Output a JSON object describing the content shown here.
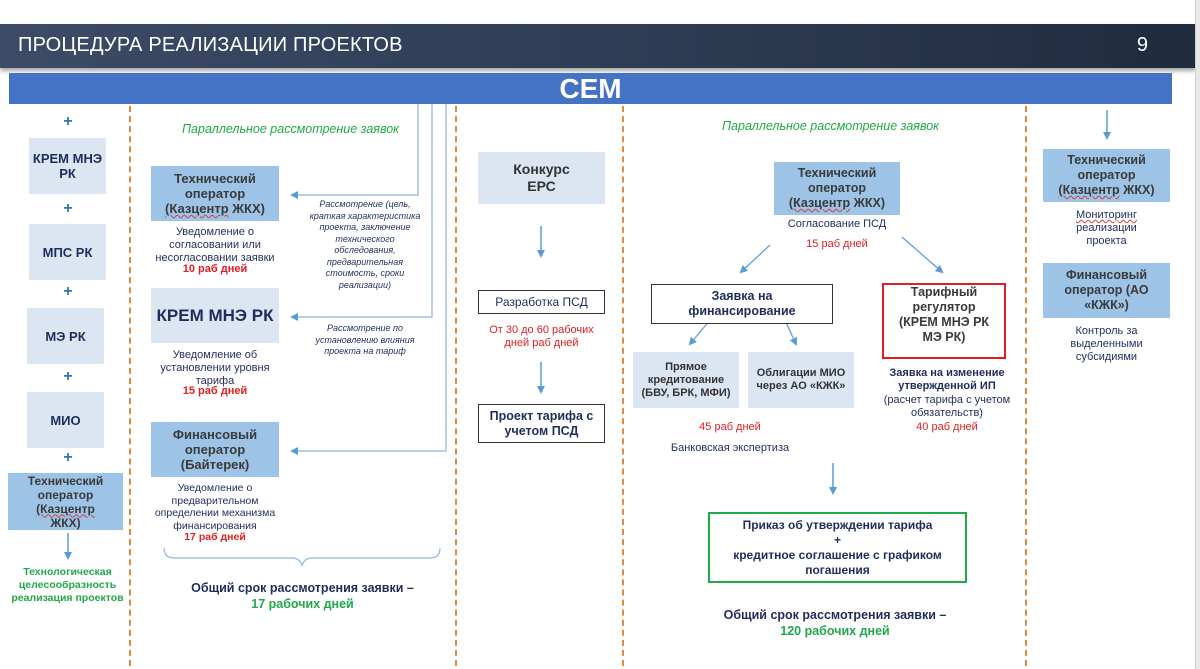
{
  "header": {
    "title": "ПРОЦЕДУРА РЕАЛИЗАЦИИ ПРОЕКТОВ",
    "page_number": "9"
  },
  "sem": {
    "label": "СЕМ"
  },
  "left_column": {
    "plus": "+",
    "items": [
      "КРЕМ МНЭ РК",
      "МПС РК",
      "МЭ РК",
      "МИО"
    ],
    "tech_operator": {
      "line1": "Технический",
      "line2": "оператор",
      "line3": "(Казцентр",
      "line4": "ЖКХ)"
    },
    "result": "Технологическая целесообразность реализация проектов"
  },
  "stage1": {
    "parallel_label": "Параллельное рассмотрение заявок",
    "tech_operator": {
      "line1": "Технический",
      "line2": "оператор",
      "company": "(Казцентр",
      "suffix": "ЖКХ)"
    },
    "tech_note": "Уведомление о согласовании или несогласовании заявки",
    "tech_days": "10 раб дней",
    "tech_arrow_note": "Рассмотрение (цель, краткая характеристика проекта, заключение технического обследования, предварительная стоимость, сроки реализации)",
    "krem": "КРЕМ МНЭ РК",
    "krem_note": "Уведомление об установлении уровня тарифа",
    "krem_days": "15 раб дней",
    "krem_arrow_note": "Рассмотрение по установлению влияния проекта на тариф",
    "fin_operator": "Финансовый оператор (Байтерек)",
    "fin_note": "Уведомление о предварительном определении механизма финансирования",
    "fin_days": "17 раб дней",
    "total_label": "Общий срок рассмотрения заявки –",
    "total_days": "17 рабочих дней"
  },
  "stage2": {
    "contest": "Конкурс ЕРС",
    "psd": "Разработка ПСД",
    "psd_days": "От 30 до 60 рабочих дней раб дней",
    "tariff_project": "Проект тарифа с учетом ПСД"
  },
  "stage3": {
    "parallel_label": "Параллельное рассмотрение заявок",
    "tech_operator": {
      "line1": "Технический",
      "line2": "оператор",
      "company": "(Казцентр",
      "suffix": "ЖКХ)"
    },
    "tech_note": "Согласование ПСД",
    "tech_days": "15 раб дней",
    "financing_request": "Заявка на финансирование",
    "direct_credit": "Прямое кредитование (БВУ, БРК, МФИ)",
    "bonds": "Облигации МИО через АО «КЖК»",
    "bank_days": "45 раб дней",
    "bank_note": "Банковская экспертиза",
    "tariff_regulator": "Тарифный регулятор (КРЕМ МНЭ РК МЭ РК)",
    "regulator_note_bold": "Заявка на изменение утвержденной ИП",
    "regulator_note": "(расчет тарифа с учетом обязательств)",
    "regulator_days": "40 раб дней",
    "final_line1": "Приказ об утверждении тарифа",
    "final_plus": "+",
    "final_line2": "кредитное соглашение с графиком погашения",
    "total_label": "Общий срок рассмотрения заявки –",
    "total_days": "120 рабочих дней"
  },
  "stage4": {
    "tech_operator": {
      "line1": "Технический",
      "line2": "оператор",
      "company": "(Казцентр",
      "suffix": "ЖКХ)"
    },
    "monitoring_word": "Мониторинг",
    "monitoring_rest": "реализации проекта",
    "fin_operator": "Финансовый оператор (АО «КЖК»)",
    "control_note": "Контроль за выделенными субсидиями"
  },
  "colors": {
    "sem_bar": "#4472c4",
    "divider": "#e3883f",
    "accent_green": "#21a84a",
    "accent_red": "#e02020",
    "dark_navy": "#1f2d5c"
  }
}
